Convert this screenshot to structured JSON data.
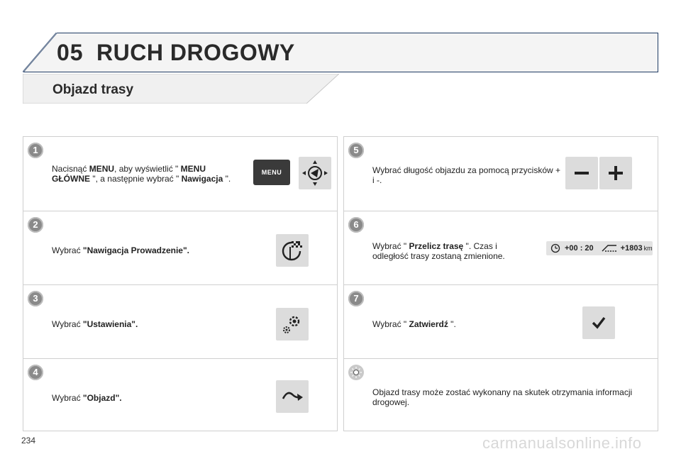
{
  "header": {
    "chapter_number": "05",
    "chapter_title": "RUCH DROGOWY"
  },
  "section": {
    "title": "Objazd trasy"
  },
  "left_steps": [
    {
      "number": "1",
      "parts": [
        {
          "t": "Nacisnąć "
        },
        {
          "t": "MENU",
          "b": true
        },
        {
          "t": ", aby wyświetlić \" "
        },
        {
          "t": "MENU GŁÓWNE",
          "b": true
        },
        {
          "t": " \", a następnie wybrać \" "
        },
        {
          "t": "Nawigacja",
          "b": true
        },
        {
          "t": " \"."
        }
      ],
      "button_label": "MENU"
    },
    {
      "number": "2",
      "parts": [
        {
          "t": "Wybrać "
        },
        {
          "t": "\"Nawigacja Prowadzenie\".",
          "b": true
        }
      ]
    },
    {
      "number": "3",
      "parts": [
        {
          "t": "Wybrać "
        },
        {
          "t": "\"Ustawienia\".",
          "b": true
        }
      ]
    },
    {
      "number": "4",
      "parts": [
        {
          "t": "Wybrać "
        },
        {
          "t": "\"Objazd\".",
          "b": true
        }
      ]
    }
  ],
  "right_steps": [
    {
      "number": "5",
      "parts": [
        {
          "t": "Wybrać długość objazdu za pomocą przycisków + i -."
        }
      ]
    },
    {
      "number": "6",
      "parts": [
        {
          "t": "Wybrać \" "
        },
        {
          "t": "Przelicz trasę",
          "b": true
        },
        {
          "t": " \". Czas i odległość trasy zostaną zmienione."
        }
      ]
    },
    {
      "number": "7",
      "parts": [
        {
          "t": "Wybrać \" "
        },
        {
          "t": "Zatwierdź",
          "b": true
        },
        {
          "t": " \"."
        }
      ]
    },
    {
      "number": "",
      "parts": [
        {
          "t": "Objazd trasy może zostać wykonany na skutek otrzymania informacji drogowej."
        }
      ]
    }
  ],
  "eta": {
    "time_delta": "+00 : 20",
    "distance_delta": "+1803",
    "distance_unit": "km"
  },
  "footer": {
    "page_number": "234",
    "watermark": "carmanualsonline.info"
  },
  "colors": {
    "accent": "#1f3b64",
    "panel_bg": "#ececec",
    "badge": "#8a8a8a"
  }
}
